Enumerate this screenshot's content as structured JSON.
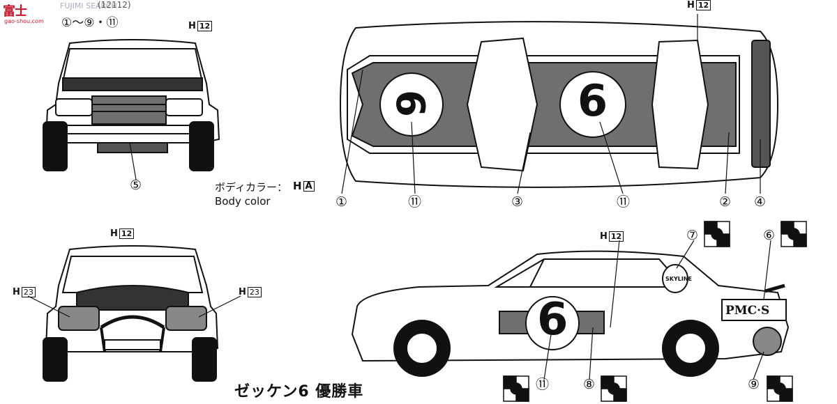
{
  "header": {
    "logo_text": "富士",
    "logo_url": "gao-shou.com",
    "watermark": "FUJIMI SEARCH",
    "code": "(12112)",
    "range": "①〜⑨・⑪"
  },
  "title": "ゼッケン6 優勝車",
  "body_color": {
    "ja": "ボディカラー：",
    "en": "Body color",
    "code_prefix": "H",
    "code_box": "A"
  },
  "colour_codes": {
    "prefix": "H",
    "h12": "12",
    "h23": "23"
  },
  "decal_labels": {
    "n1": "①",
    "n2": "②",
    "n3": "③",
    "n4": "④",
    "n5": "⑤",
    "n6": "⑥",
    "n7": "⑦",
    "n8": "⑧",
    "n9": "⑨",
    "n11": "⑪"
  },
  "decal_art": {
    "number": "6",
    "skyline": "SKYLINE",
    "pmcs": "PMC·S"
  },
  "colors": {
    "ink": "#111111",
    "stripe_fill": "#6f6f6f",
    "logo_red": "#c8142a"
  }
}
